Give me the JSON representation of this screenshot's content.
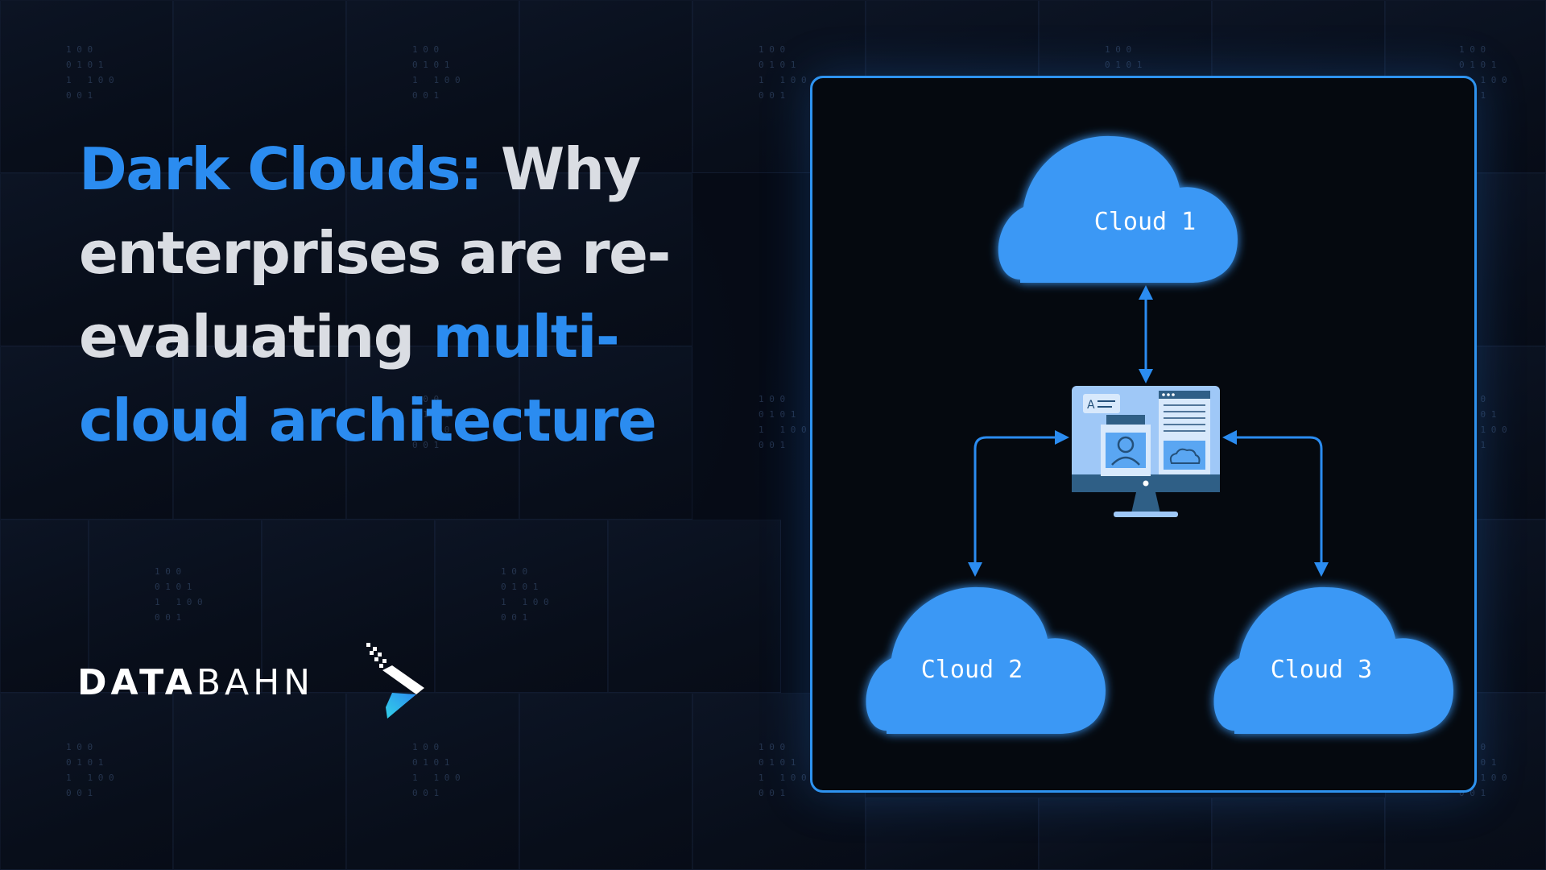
{
  "headline": {
    "part1": "Dark Clouds:",
    "part2": " Why enterprises are re-evaluating ",
    "part3": "multi-cloud architecture"
  },
  "logo": {
    "bold": "DATA",
    "light": "BAHN"
  },
  "diagram": {
    "clouds": [
      "Cloud 1",
      "Cloud 2",
      "Cloud 3"
    ],
    "center": "computer-monitor-icon"
  },
  "background_binary": "1 0 0\n0 1 0 1\n1   1 0 0\n0 0 1",
  "colors": {
    "accent": "#2b8cf0",
    "cloud": "#3a98f5",
    "panel_border": "#2e93f0",
    "background": "#060b16",
    "text": "#dadde3"
  }
}
